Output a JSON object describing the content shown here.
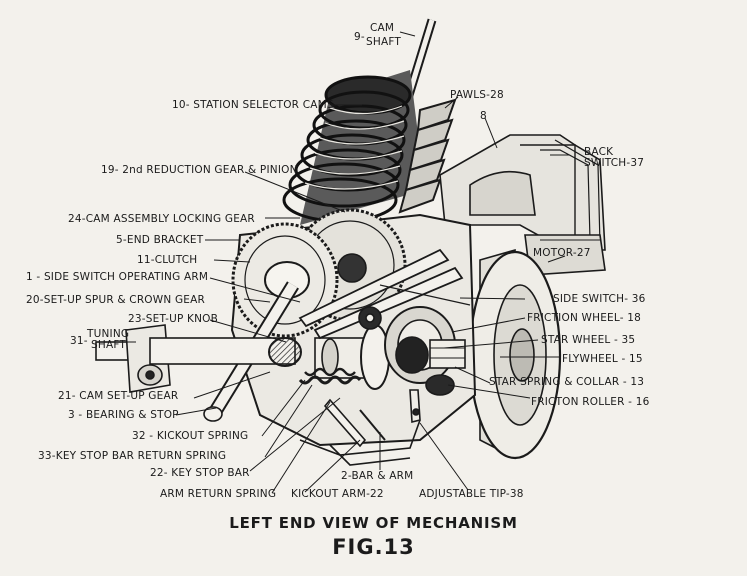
{
  "caption": {
    "title": "LEFT END VIEW OF MECHANISM",
    "figure": "FIG.13"
  },
  "labels": {
    "cam_shaft_num": "9-",
    "cam_shaft_1": "CAM",
    "cam_shaft_2": "SHAFT",
    "station_cams": "10- STATION SELECTOR CAMS",
    "pawls": "PAWLS-28",
    "num8": "8",
    "back_switch_1": "BACK",
    "back_switch_2": "SWITCH-37",
    "reduction_gear": "19- 2nd  REDUCTION GEAR & PINION",
    "locking_gear": "24-CAM ASSEMBLY LOCKING  GEAR",
    "end_bracket": "5-END BRACKET",
    "clutch": "11-CLUTCH",
    "side_switch_arm": "1 - SIDE SWITCH OPERATING ARM",
    "motor": "MOTOR-27",
    "spur_crown": "20-SET-UP SPUR & CROWN GEAR",
    "set_up_knob": "23-SET-UP KNOB",
    "tuning_shaft_num": "31-",
    "tuning_shaft_1": "TUNING",
    "tuning_shaft_2": "SHAFT",
    "side_switch": "SIDE SWITCH- 36",
    "friction_wheel": "FRICTION WHEEL- 18",
    "star_wheel": "STAR WHEEL - 35",
    "flywheel": "FLYWHEEL - 15",
    "star_spring": "STAR SPRING & COLLAR - 13",
    "friction_roller": "FRICTON ROLLER - 16",
    "cam_setup_gear": "21- CAM SET-UP GEAR",
    "bearing_stop": "3 - BEARING  &  STOP",
    "kickout_spring": "32 - KICKOUT SPRING",
    "key_stop_return": "33-KEY STOP BAR RETURN SPRING",
    "key_stop_bar": "22- KEY STOP BAR",
    "bar_arm": "2-BAR  &  ARM",
    "arm_return": "ARM RETURN SPRING",
    "kickout_arm": "KICKOUT ARM-22",
    "adjustable_tip": "ADJUSTABLE TIP-38"
  }
}
